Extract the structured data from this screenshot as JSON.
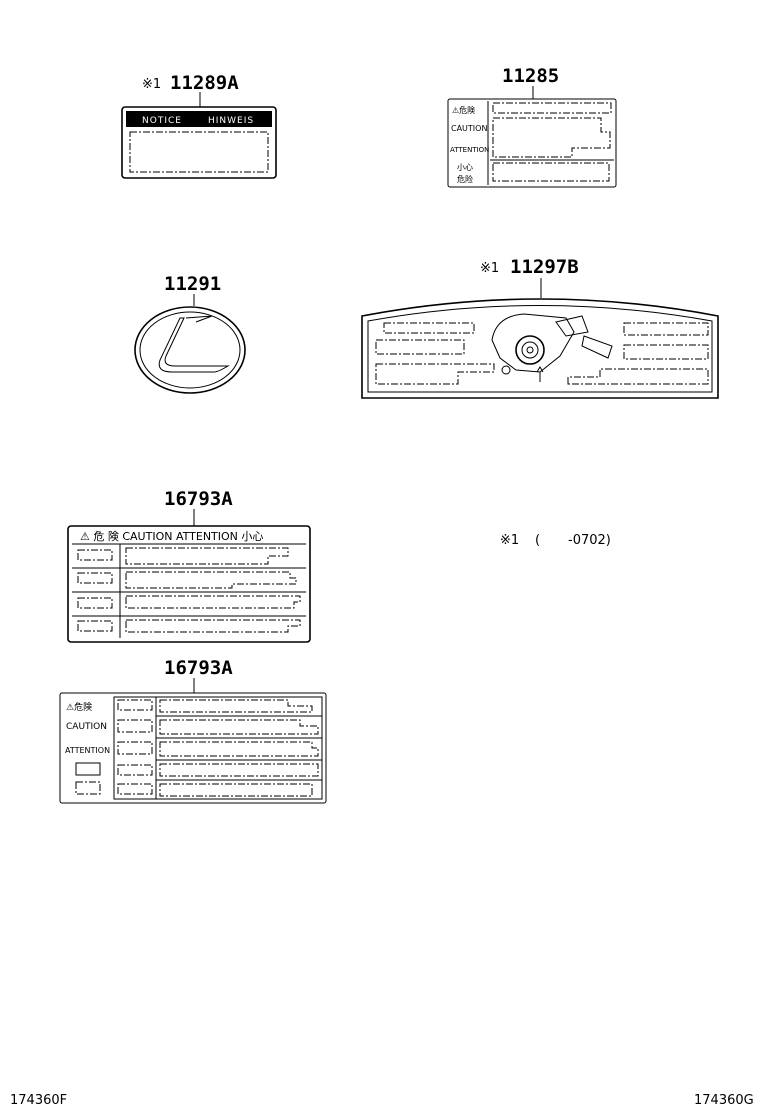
{
  "parts": {
    "p11289a": {
      "prefix": "※1",
      "number": "11289A",
      "band_left": "NOTICE",
      "band_right": "HINWEIS"
    },
    "p11285": {
      "number": "11285",
      "row1": "⚠危険",
      "row2": "CAUTION",
      "row3": "ATTENTION",
      "row4a": "小心",
      "row4b": "危险"
    },
    "p11291": {
      "number": "11291"
    },
    "p11297b": {
      "prefix": "※1",
      "number": "11297B"
    },
    "p16793a_1": {
      "number": "16793A",
      "header": "⚠ 危 険  CAUTION  ATTENTION  小心"
    },
    "p16793a_2": {
      "number": "16793A",
      "row1": "⚠危険",
      "row2": "CAUTION",
      "row3": "ATTENTION"
    }
  },
  "footnote": {
    "mark": "※1",
    "open": "(",
    "range": "-0702)"
  },
  "codes": {
    "left": "174360F",
    "right": "174360G"
  }
}
